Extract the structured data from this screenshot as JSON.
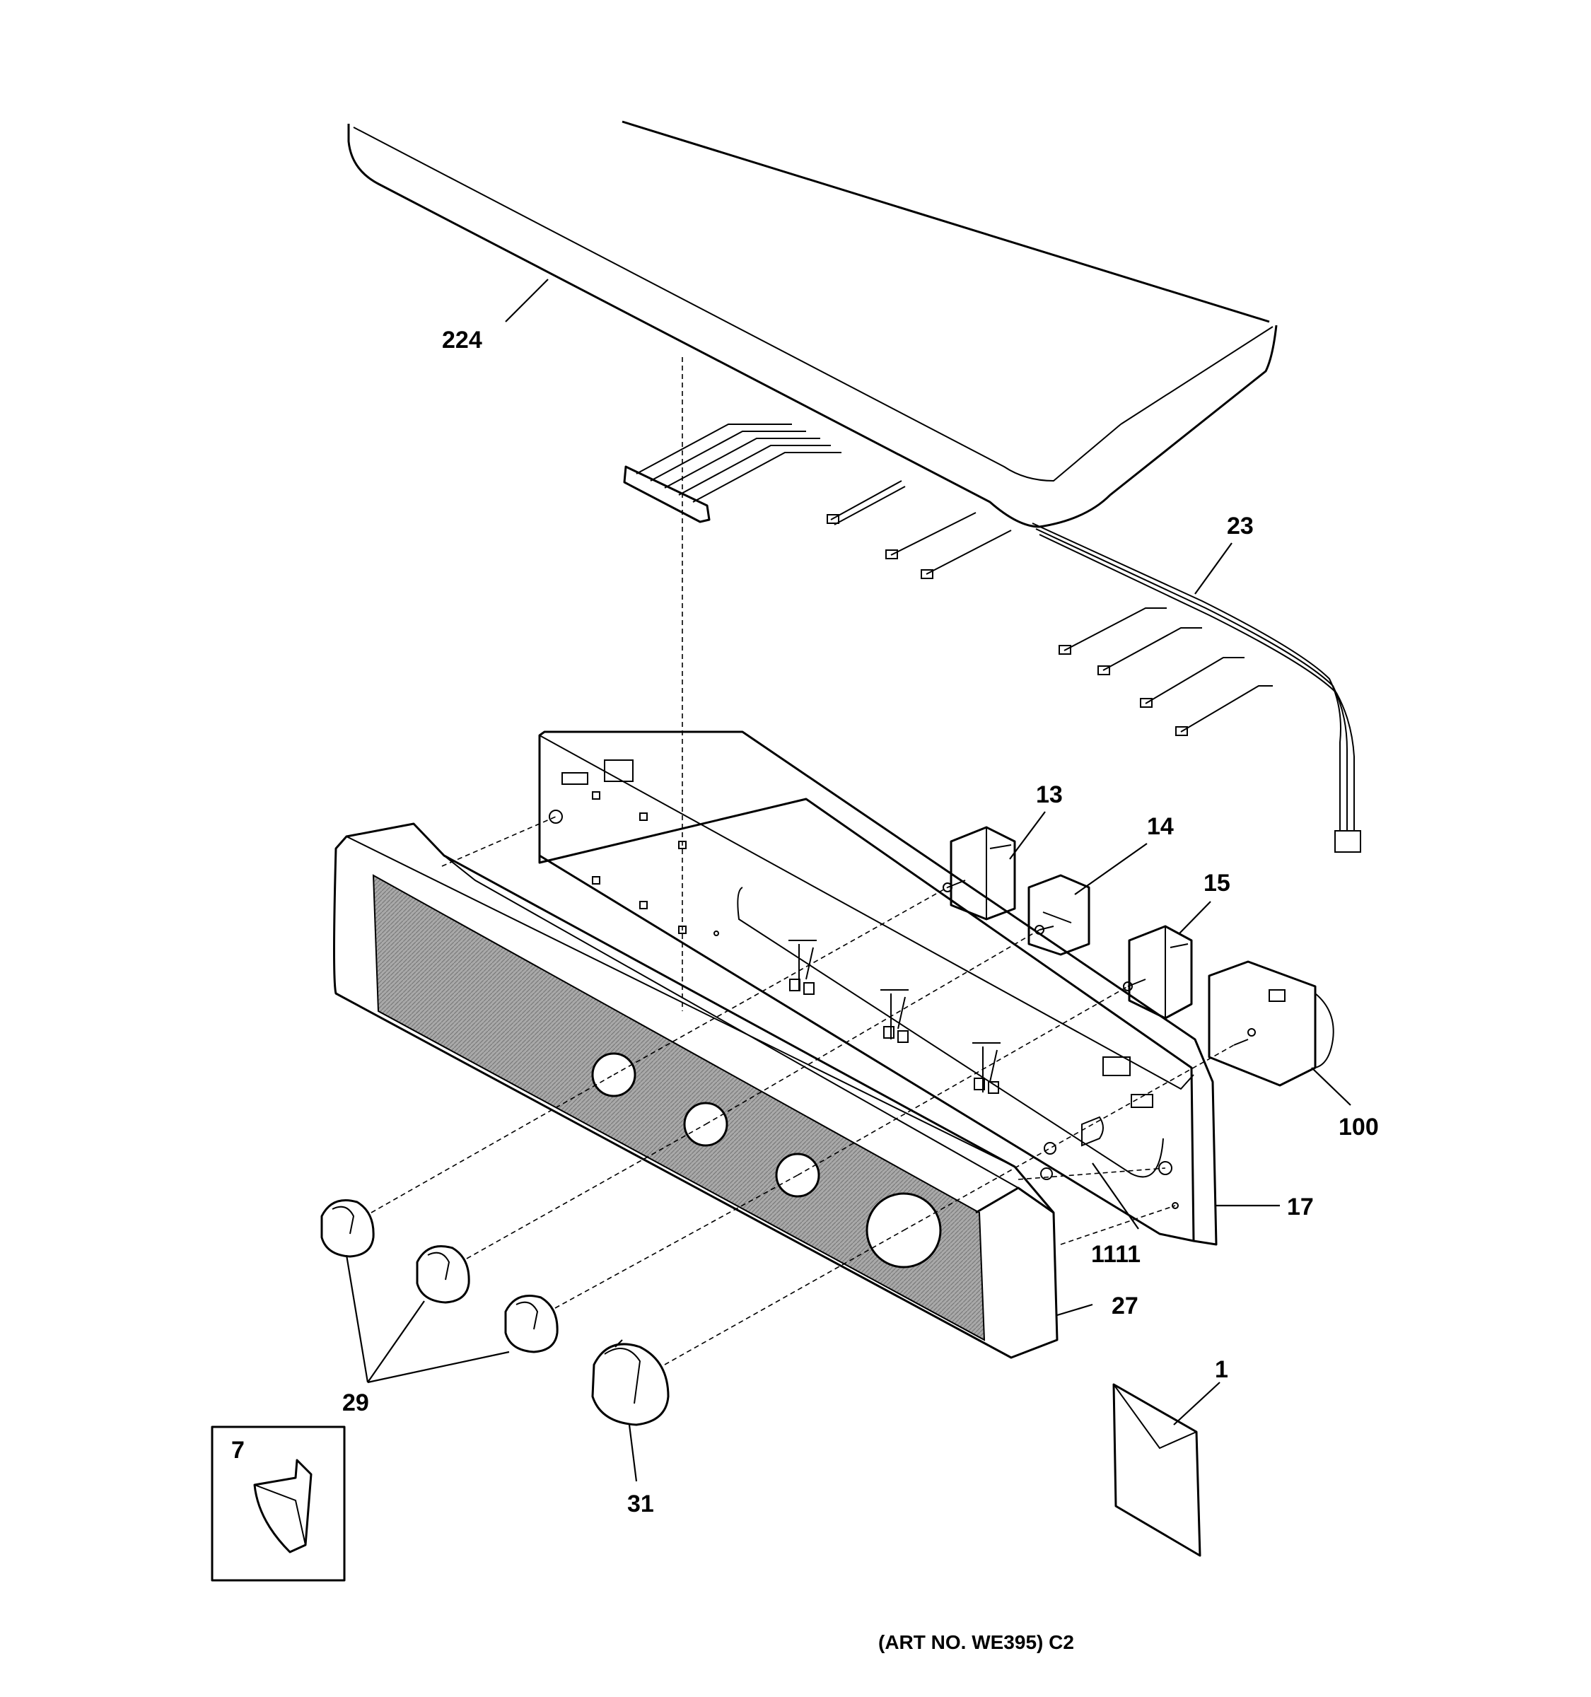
{
  "diagram": {
    "callouts": [
      {
        "id": "224",
        "label": "224"
      },
      {
        "id": "23",
        "label": "23"
      },
      {
        "id": "13",
        "label": "13"
      },
      {
        "id": "14",
        "label": "14"
      },
      {
        "id": "15",
        "label": "15"
      },
      {
        "id": "100",
        "label": "100"
      },
      {
        "id": "17",
        "label": "17"
      },
      {
        "id": "1111",
        "label": "1111"
      },
      {
        "id": "27",
        "label": "27"
      },
      {
        "id": "29",
        "label": "29"
      },
      {
        "id": "31",
        "label": "31"
      },
      {
        "id": "7",
        "label": "7"
      },
      {
        "id": "1",
        "label": "1"
      }
    ],
    "art_number": "(ART NO. WE395) C2"
  }
}
